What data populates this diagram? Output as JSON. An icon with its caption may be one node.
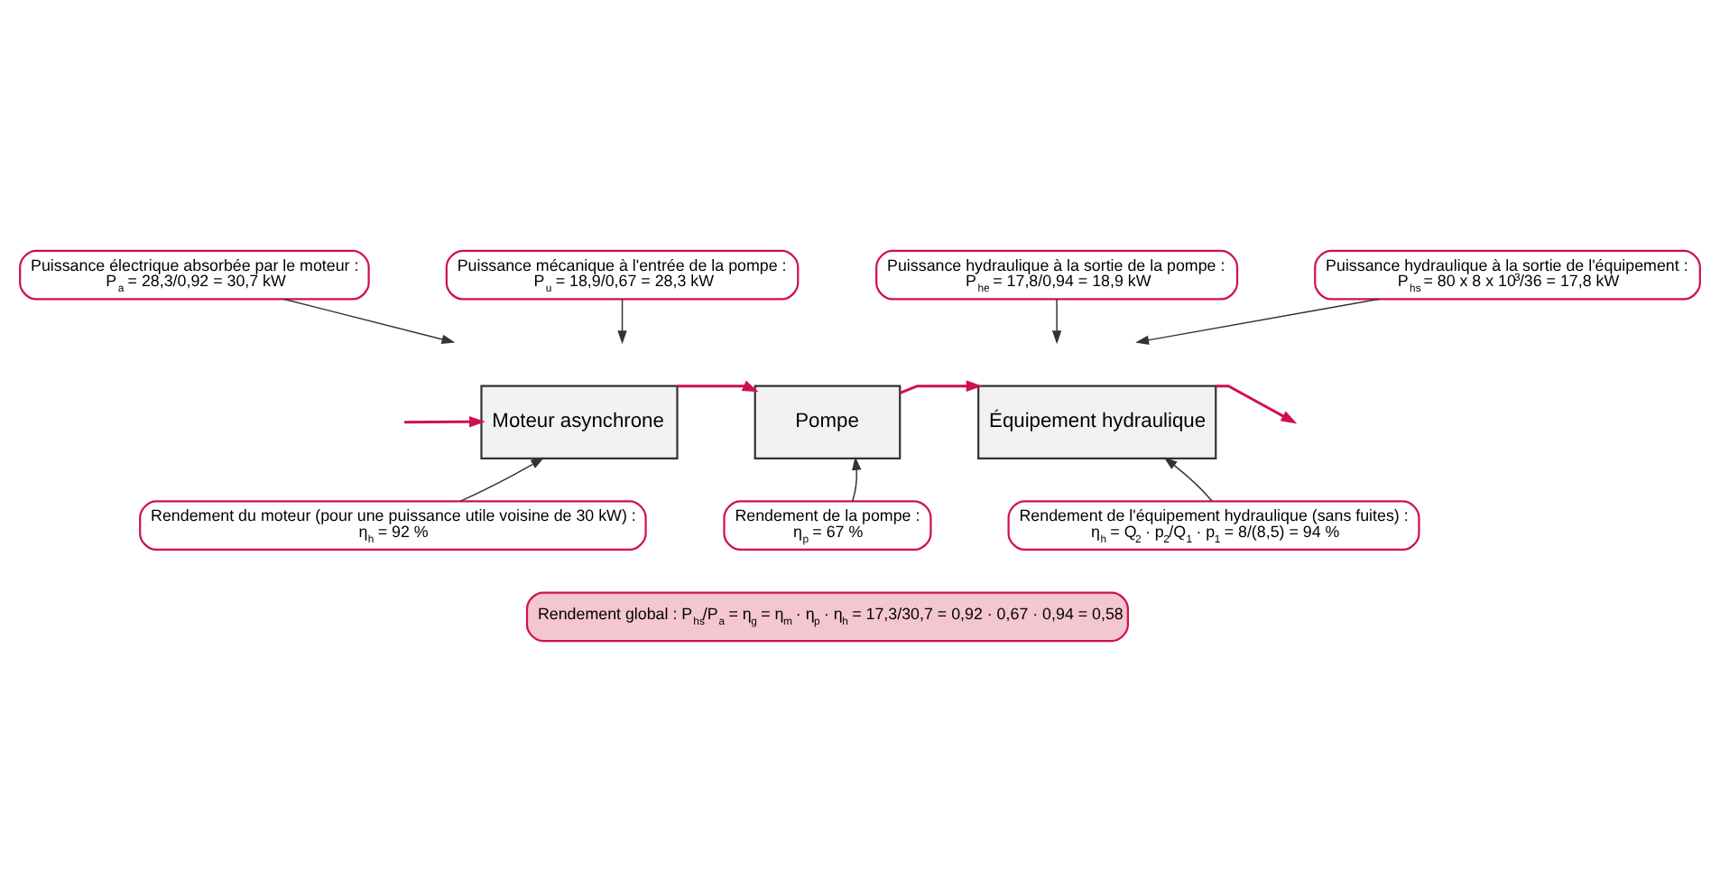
{
  "diagram": {
    "nodes": [
      {
        "text": [
          "Puissance électrique absorbée par le moteur :",
          "P$_{a}$ = 28,3/0,92 = 30,7 kW"
        ]
      },
      {
        "text": [
          "Puissance mécanique à l'entrée de la pompe :",
          "P$_{u}$ = 18,9/0,67 = 28,3 kW"
        ]
      },
      {
        "text": [
          "Puissance hydraulique à la sortie de la pompe :",
          "P$_{he}$ = 17,8/0,94 = 18,9 kW"
        ]
      },
      {
        "text": [
          "Puissance hydraulique à la sortie de l'équipement :",
          "P$_{hs}$ = 80 x 8 x 10$^{3}$/36 = 17,8 kW"
        ]
      },
      {
        "text": [
          "Moteur asynchrone"
        ]
      },
      {
        "text": [
          "Pompe"
        ]
      },
      {
        "text": [
          "Équipement hydraulique"
        ]
      },
      {
        "text": [
          "Rendement du moteur (pour une puissance utile voisine de 30 kW) :",
          "η$_{h}$ = 92 %"
        ]
      },
      {
        "text": [
          "Rendement de la pompe :",
          "η$_{p}$ = 67 %"
        ]
      },
      {
        "text": [
          "Rendement de l'équipement hydraulique (sans fuites) :",
          "η$_{h}$ = Q$_{2}$ · p$_{2}$/Q$_{1}$ · p$_{1}$ = 8/(8,5) = 94 %"
        ]
      },
      {
        "text": [
          "Rendement global : P$_{hs}$/P$_{a}$ = η$_{g}$ = η$_{m}$ · η$_{p}$ · η$_{h}$ = 17,3/30,7 = 0,92 · 0,67 · 0,94 = 0,58"
        ]
      }
    ],
    "edges": [
      {
        "from": null,
        "to": 4,
        "arrow": "to",
        "color": "#d0104c"
      },
      {
        "from": 4,
        "to": 5,
        "arrow": "to",
        "color": "#d0104c"
      },
      {
        "from": 5,
        "to": 6,
        "arrow": "to",
        "color": "#d0104c"
      },
      {
        "from": 6,
        "to": null,
        "arrow": "to",
        "color": "#d0104c"
      },
      {
        "from": 0,
        "to": null,
        "arrow": "to"
      },
      {
        "from": 1,
        "to": null,
        "arrow": "to"
      },
      {
        "from": 2,
        "to": null,
        "arrow": "to"
      },
      {
        "from": 3,
        "to": null,
        "arrow": "to"
      },
      {
        "from": 7,
        "to": 4,
        "arrow": "to"
      },
      {
        "from": 8,
        "to": 5,
        "arrow": "to"
      },
      {
        "from": 9,
        "to": 6,
        "arrow": "to"
      }
    ]
  }
}
